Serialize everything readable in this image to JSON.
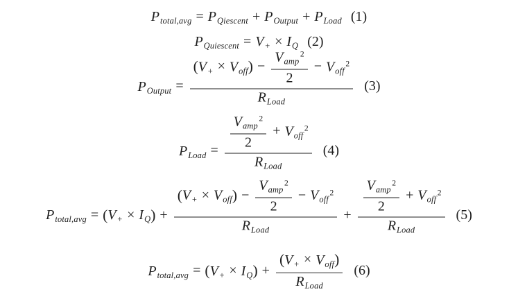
{
  "colors": {
    "background": "#ffffff",
    "text": "#1f1f1f",
    "fraction_bar": "#1f1f1f"
  },
  "equations": [
    {
      "number": "(1)",
      "tokens": [
        {
          "t": "var",
          "b": "P",
          "sub": "total,avg"
        },
        {
          "t": "op",
          "v": "="
        },
        {
          "t": "var",
          "b": "P",
          "sub": "Qiescent"
        },
        {
          "t": "op",
          "v": "+"
        },
        {
          "t": "var",
          "b": "P",
          "sub": "Output"
        },
        {
          "t": "op",
          "v": "+"
        },
        {
          "t": "var",
          "b": "P",
          "sub": "Load"
        }
      ]
    },
    {
      "number": "(2)",
      "tokens": [
        {
          "t": "var",
          "b": "P",
          "sub": "Quiescent"
        },
        {
          "t": "op",
          "v": "="
        },
        {
          "t": "var",
          "b": "V",
          "sub": "+"
        },
        {
          "t": "op",
          "v": "×"
        },
        {
          "t": "var",
          "b": "I",
          "sub": "Q"
        }
      ]
    },
    {
      "number": "(3)",
      "tokens": [
        {
          "t": "var",
          "b": "P",
          "sub": "Output"
        },
        {
          "t": "op",
          "v": "="
        },
        {
          "t": "frac",
          "num": [
            {
              "t": "par",
              "v": "("
            },
            {
              "t": "var",
              "b": "V",
              "sub": "+"
            },
            {
              "t": "op",
              "v": "×"
            },
            {
              "t": "var",
              "b": "V",
              "sub": "off"
            },
            {
              "t": "par",
              "v": ")"
            },
            {
              "t": "op",
              "v": "−"
            },
            {
              "t": "frac",
              "num": [
                {
                  "t": "var",
                  "b": "V",
                  "sub": "amp",
                  "sup": "2"
                }
              ],
              "den": [
                {
                  "t": "num",
                  "v": "2"
                }
              ]
            },
            {
              "t": "op",
              "v": "−"
            },
            {
              "t": "var",
              "b": "V",
              "sub": "off",
              "sup": "2"
            }
          ],
          "den": [
            {
              "t": "var",
              "b": "R",
              "sub": "Load"
            }
          ]
        }
      ]
    },
    {
      "number": "(4)",
      "tokens": [
        {
          "t": "var",
          "b": "P",
          "sub": "Load"
        },
        {
          "t": "op",
          "v": "="
        },
        {
          "t": "frac",
          "num": [
            {
              "t": "frac",
              "num": [
                {
                  "t": "var",
                  "b": "V",
                  "sub": "amp",
                  "sup": "2"
                }
              ],
              "den": [
                {
                  "t": "num",
                  "v": "2"
                }
              ]
            },
            {
              "t": "op",
              "v": "+"
            },
            {
              "t": "var",
              "b": "V",
              "sub": "off",
              "sup": "2"
            }
          ],
          "den": [
            {
              "t": "var",
              "b": "R",
              "sub": "Load"
            }
          ]
        }
      ]
    },
    {
      "number": "(5)",
      "tokens": [
        {
          "t": "var",
          "b": "P",
          "sub": "total,avg"
        },
        {
          "t": "op",
          "v": "="
        },
        {
          "t": "par",
          "v": "("
        },
        {
          "t": "var",
          "b": "V",
          "sub": "+"
        },
        {
          "t": "op",
          "v": "×"
        },
        {
          "t": "var",
          "b": "I",
          "sub": "Q"
        },
        {
          "t": "par",
          "v": ")"
        },
        {
          "t": "op",
          "v": "+"
        },
        {
          "t": "frac",
          "num": [
            {
              "t": "par",
              "v": "("
            },
            {
              "t": "var",
              "b": "V",
              "sub": "+"
            },
            {
              "t": "op",
              "v": "×"
            },
            {
              "t": "var",
              "b": "V",
              "sub": "off"
            },
            {
              "t": "par",
              "v": ")"
            },
            {
              "t": "op",
              "v": "−"
            },
            {
              "t": "frac",
              "num": [
                {
                  "t": "var",
                  "b": "V",
                  "sub": "amp",
                  "sup": "2"
                }
              ],
              "den": [
                {
                  "t": "num",
                  "v": "2"
                }
              ]
            },
            {
              "t": "op",
              "v": "−"
            },
            {
              "t": "var",
              "b": "V",
              "sub": "off",
              "sup": "2"
            }
          ],
          "den": [
            {
              "t": "var",
              "b": "R",
              "sub": "Load"
            }
          ]
        },
        {
          "t": "op",
          "v": "+"
        },
        {
          "t": "frac",
          "num": [
            {
              "t": "frac",
              "num": [
                {
                  "t": "var",
                  "b": "V",
                  "sub": "amp",
                  "sup": "2"
                }
              ],
              "den": [
                {
                  "t": "num",
                  "v": "2"
                }
              ]
            },
            {
              "t": "op",
              "v": "+"
            },
            {
              "t": "var",
              "b": "V",
              "sub": "off",
              "sup": "2"
            }
          ],
          "den": [
            {
              "t": "var",
              "b": "R",
              "sub": "Load"
            }
          ]
        }
      ]
    },
    {
      "number": "(6)",
      "tokens": [
        {
          "t": "var",
          "b": "P",
          "sub": "total,avg"
        },
        {
          "t": "op",
          "v": "="
        },
        {
          "t": "par",
          "v": "("
        },
        {
          "t": "var",
          "b": "V",
          "sub": "+"
        },
        {
          "t": "op",
          "v": "×"
        },
        {
          "t": "var",
          "b": "I",
          "sub": "Q"
        },
        {
          "t": "par",
          "v": ")"
        },
        {
          "t": "op",
          "v": "+"
        },
        {
          "t": "frac",
          "num": [
            {
              "t": "par",
              "v": "("
            },
            {
              "t": "var",
              "b": "V",
              "sub": "+"
            },
            {
              "t": "op",
              "v": "×"
            },
            {
              "t": "var",
              "b": "V",
              "sub": "off"
            },
            {
              "t": "par",
              "v": ")"
            }
          ],
          "den": [
            {
              "t": "var",
              "b": "R",
              "sub": "Load"
            }
          ]
        }
      ]
    }
  ]
}
